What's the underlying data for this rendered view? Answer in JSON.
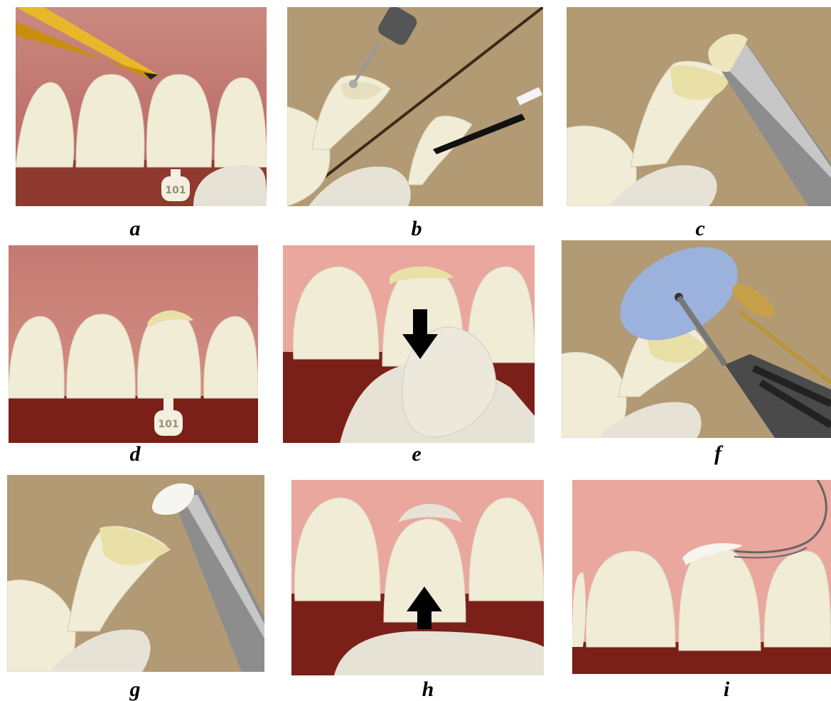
{
  "panels": [
    {
      "id": "a",
      "caption": "a",
      "tooth_number": "101"
    },
    {
      "id": "b",
      "caption": "b"
    },
    {
      "id": "c",
      "caption": "c"
    },
    {
      "id": "d",
      "caption": "d",
      "tooth_number": "101"
    },
    {
      "id": "e",
      "caption": "e"
    },
    {
      "id": "f",
      "caption": "f"
    },
    {
      "id": "g",
      "caption": "g"
    },
    {
      "id": "h",
      "caption": "h"
    },
    {
      "id": "i",
      "caption": "i"
    }
  ],
  "colors": {
    "gum": "#b8605e",
    "gum_light": "#e9a79d",
    "tooth": "#f1ecd6",
    "tooth_shade": "#d9d4bc",
    "tan_bg": "#b19a74",
    "dark_gum": "#7a2018",
    "cement": "#e9e0a8",
    "metal": "#8d8d8d",
    "blue_disc": "#9bb2dc"
  }
}
